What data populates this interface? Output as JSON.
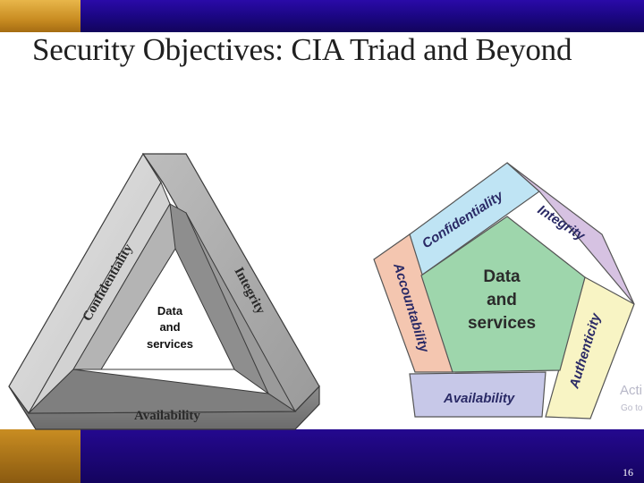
{
  "slide": {
    "title": "Security Objectives: CIA Triad and Beyond",
    "page_number": "16"
  },
  "triad": {
    "center": [
      "Data",
      "and",
      "services"
    ],
    "sides": {
      "left": "Confidentiality",
      "right": "Integrity",
      "bottom": "Availability"
    }
  },
  "pentagon": {
    "center": [
      "Data",
      "and",
      "services"
    ],
    "segments": {
      "confidentiality": "Confidentiality",
      "integrity": "Integrity",
      "authenticity": "Authenticity",
      "availability": "Availability",
      "accountability": "Accountability"
    },
    "colors": {
      "confidentiality": "#bfe4f4",
      "integrity": "#d6c2e2",
      "authenticity": "#f8f4c4",
      "availability": "#c7c8e8",
      "accountability": "#f4c6b0",
      "center": "#9ed6ac"
    }
  },
  "watermark": {
    "line1": "Acti",
    "line2": "Go to"
  }
}
